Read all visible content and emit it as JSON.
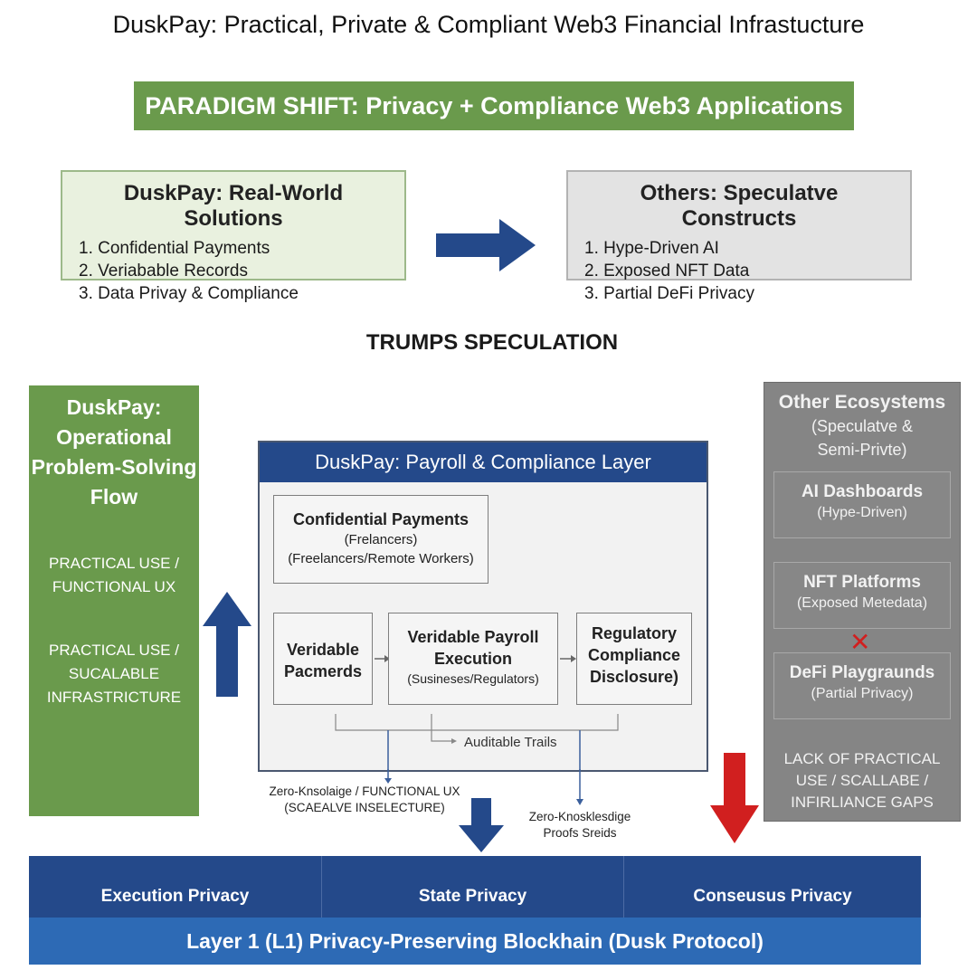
{
  "title": "DuskPay: Practical, Private & Compliant Web3 Financial Infrastucture",
  "banner": "PARADIGM SHIFT: Privacy + Compliance Web3 Applications",
  "duskpay_solutions": {
    "title": "DuskPay: Real-World Solutions",
    "items": [
      "1. Confidential Payments",
      "2. Veriabable Records",
      "3. Data Privay & Compliance"
    ]
  },
  "others_constructs": {
    "title": "Others: Speculatve Constructs",
    "items": [
      "1. Hype-Driven AI",
      "2. Exposed NFT Data",
      "3. Partial DeFi Privacy"
    ]
  },
  "trumps_label": "TRUMPS SPECULATION",
  "ops_panel": {
    "title": [
      "DuskPay:",
      "Operational",
      "Problem-Solving",
      "Flow"
    ],
    "use1": [
      "PRACTICAL USE /",
      "FUNCTIONAL UX"
    ],
    "use2": [
      "PRACTICAL USE /",
      "SUCALABLE",
      "INFRASTRICTURE"
    ]
  },
  "payroll_layer": {
    "header": "DuskPay: Payroll & Compliance Layer",
    "confidential": {
      "title": "Confidential Payments",
      "sub1": "(Frelancers)",
      "sub2": "(Freelancers/Remote Workers)"
    },
    "records": {
      "line1": "Veridable",
      "line2": "Pacmerds"
    },
    "execution": {
      "line1": "Veridable Payroll",
      "line2": "Execution",
      "sub": "(Susineses/Regulators)"
    },
    "regulatory": {
      "line1": "Regulatory",
      "line2": "Compliance",
      "line3": "Disclosure)"
    },
    "auditable": "Auditable Trails"
  },
  "zk_left": [
    "Zero-Knsolaige / FUNCTIONAL UX",
    "(SCAEALVE INSELECTURE)"
  ],
  "zk_right": [
    "Zero-Knosklesdige",
    "Proofs Sreids"
  ],
  "other_eco": {
    "title": "Other Ecosystems",
    "sub": [
      "(Speculatve &",
      "Semi-Privte)"
    ],
    "ai": {
      "title": "AI Dashboards",
      "sub": "(Hype-Driven)"
    },
    "nft": {
      "title": "NFT Platforms",
      "sub": "(Exposed Metedata)"
    },
    "defi": {
      "title": "DeFi Playgraunds",
      "sub": "(Partial Privacy)"
    },
    "lack": [
      "LACK OF PRACTICAL",
      "USE / SCALLABE /",
      "INFIRLIANCE GAPS"
    ]
  },
  "l1": {
    "execution": "Execution Privacy",
    "state": "State Privacy",
    "consensus": "Conseusus Privacy",
    "base": "Layer 1 (L1) Privacy-Preserving Blockhain (Dusk Protocol)"
  },
  "colors": {
    "green": "#6a9a4c",
    "navy": "#24498a",
    "blue": "#2d6ab5",
    "gray": "#858585",
    "red": "#d11f1f"
  }
}
